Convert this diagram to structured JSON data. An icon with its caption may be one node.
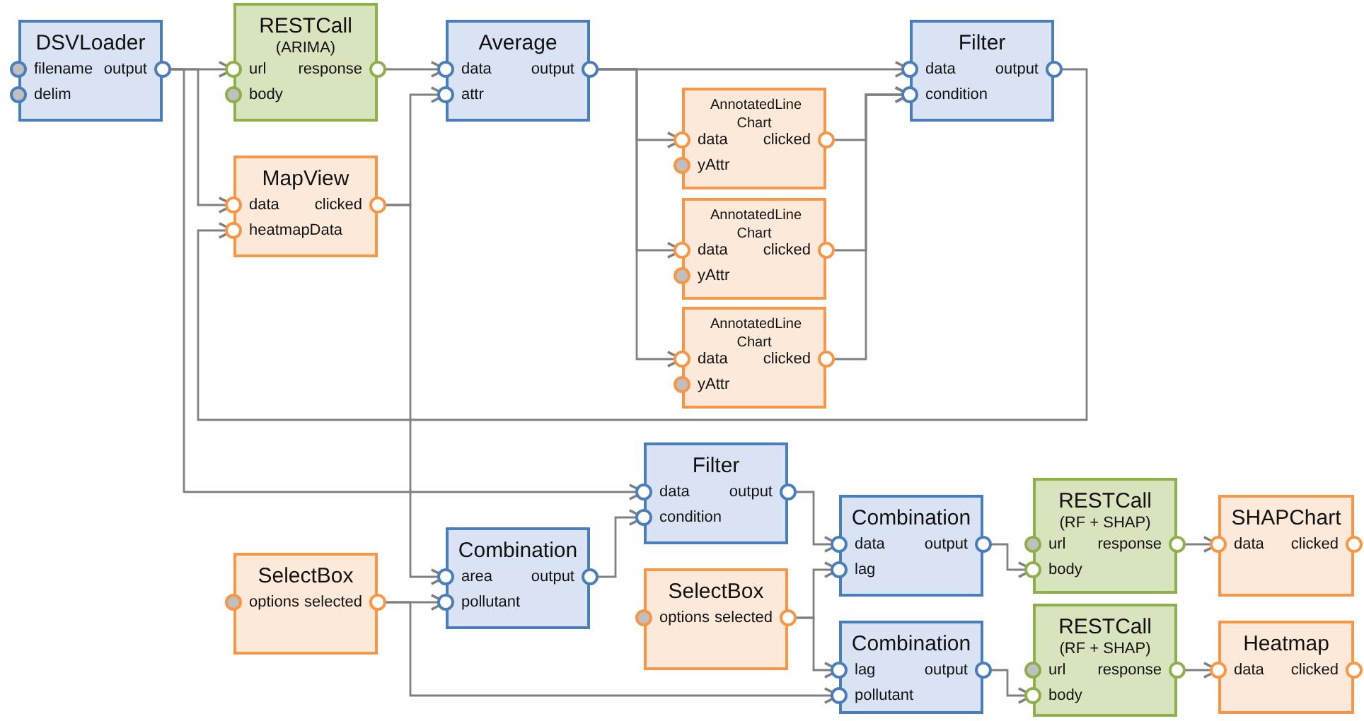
{
  "diagram": {
    "nodes": [
      {
        "text": [
          "DSVLoader",
          "filename",
          "output",
          "delim"
        ]
      },
      {
        "text": [
          "RESTCall",
          "(ARIMA)",
          "url",
          "response",
          "body"
        ]
      },
      {
        "text": [
          "Average",
          "data",
          "output",
          "attr"
        ]
      },
      {
        "text": [
          "Filter",
          "data",
          "output",
          "condition"
        ]
      },
      {
        "text": [
          "MapView",
          "data",
          "clicked",
          "heatmapData"
        ]
      },
      {
        "text": [
          "AnnotatedLine Chart",
          "data",
          "clicked",
          "yAttr"
        ]
      },
      {
        "text": [
          "AnnotatedLine Chart",
          "data",
          "clicked",
          "yAttr"
        ]
      },
      {
        "text": [
          "AnnotatedLine Chart",
          "data",
          "clicked",
          "yAttr"
        ]
      },
      {
        "text": [
          "Filter",
          "data",
          "output",
          "condition"
        ]
      },
      {
        "text": [
          "Combination",
          "data",
          "output",
          "lag"
        ]
      },
      {
        "text": [
          "SelectBox",
          "options",
          "selected"
        ]
      },
      {
        "text": [
          "Combination",
          "area",
          "output",
          "pollutant"
        ]
      },
      {
        "text": [
          "RESTCall",
          "(RF + SHAP)",
          "url",
          "response",
          "body"
        ]
      },
      {
        "text": [
          "SHAPChart",
          "data",
          "clicked"
        ]
      },
      {
        "text": [
          "SelectBox",
          "options",
          "selected"
        ]
      },
      {
        "text": [
          "Combination",
          "lag",
          "output",
          "pollutant"
        ]
      },
      {
        "text": [
          "RESTCall",
          "(RF + SHAP)",
          "url",
          "response",
          "body"
        ]
      },
      {
        "text": [
          "Heatmap",
          "data",
          "clicked"
        ]
      }
    ],
    "edges": [
      {
        "from": 0,
        "to": 1,
        "arrow": "to"
      },
      {
        "from": 0,
        "to": 4,
        "arrow": "to"
      },
      {
        "from": 0,
        "to": 8,
        "arrow": "to"
      },
      {
        "from": 1,
        "to": 2,
        "arrow": "to"
      },
      {
        "from": 4,
        "to": 2,
        "arrow": "to"
      },
      {
        "from": 4,
        "to": 11,
        "arrow": "to"
      },
      {
        "from": 2,
        "to": 3,
        "arrow": "to"
      },
      {
        "from": 2,
        "to": 5,
        "arrow": "to"
      },
      {
        "from": 2,
        "to": 6,
        "arrow": "to"
      },
      {
        "from": 2,
        "to": 7,
        "arrow": "to"
      },
      {
        "from": 5,
        "to": 3,
        "arrow": "to"
      },
      {
        "from": 6,
        "to": 3,
        "arrow": "to"
      },
      {
        "from": 7,
        "to": 3,
        "arrow": "to"
      },
      {
        "from": 3,
        "to": 4,
        "arrow": "to"
      },
      {
        "from": 10,
        "to": 11,
        "arrow": "to"
      },
      {
        "from": 10,
        "to": 15,
        "arrow": "to"
      },
      {
        "from": 11,
        "to": 8,
        "arrow": "to"
      },
      {
        "from": 8,
        "to": 9,
        "arrow": "to"
      },
      {
        "from": 14,
        "to": 9,
        "arrow": "to"
      },
      {
        "from": 14,
        "to": 15,
        "arrow": "to"
      },
      {
        "from": 9,
        "to": 12,
        "arrow": "to"
      },
      {
        "from": 12,
        "to": 13,
        "arrow": "to"
      },
      {
        "from": 15,
        "to": 16,
        "arrow": "to"
      },
      {
        "from": 16,
        "to": 17,
        "arrow": "to"
      }
    ]
  }
}
